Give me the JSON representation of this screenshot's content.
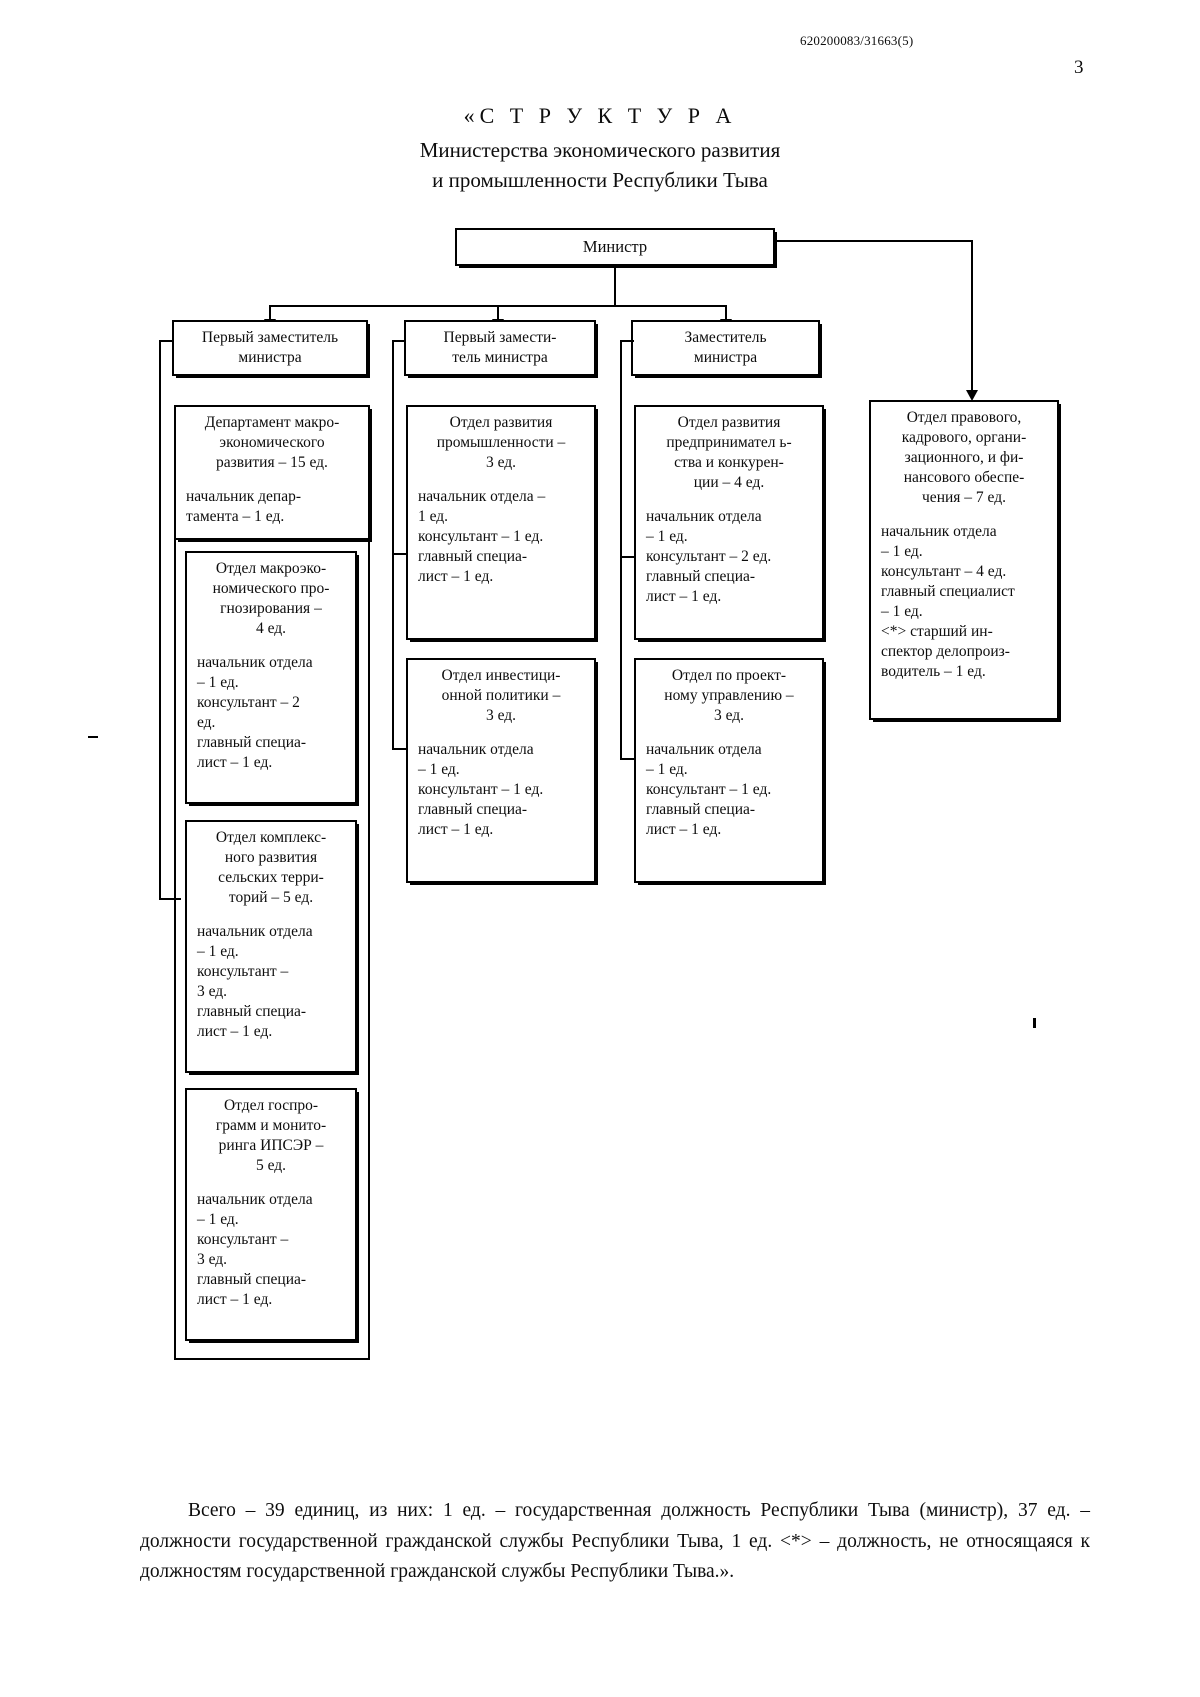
{
  "document": {
    "code": "620200083/31663(5)",
    "page_number": "3",
    "title_line_1": "«С Т Р У К Т У Р А",
    "title_line_2": "Министерства экономического развития",
    "title_line_3": "и промышленности Республики Тыва"
  },
  "chart_data": {
    "type": "diagram",
    "title": "«СТРУКТУРА Министерства экономического развития и промышленности Республики Тыва",
    "root": {
      "label": "Министр"
    },
    "deputies": [
      {
        "label": "Первый заместитель\nминистра"
      },
      {
        "label": "Первый замести-\nтель министра"
      },
      {
        "label": "Заместитель\nминистра"
      }
    ],
    "columns": [
      {
        "parent": "Первый заместитель министра",
        "units": [
          {
            "header": "Департамент макро-\nэкономического\nразвития – 15 ед.",
            "body": "начальник  депар-\nтамента – 1 ед."
          },
          {
            "header": "Отдел макроэко-\nномического про-\nгнозирования –\n4 ед.",
            "body": "начальник отдела\n– 1 ед.\nконсультант – 2\nед.\nглавный специа-\nлист  – 1 ед."
          },
          {
            "header": "Отдел комплекс-\nного развития\nсельских терри-\nторий – 5 ед.",
            "body": "начальник отдела\n– 1 ед.\nконсультант –\n3 ед.\nглавный специа-\nлист  – 1 ед."
          },
          {
            "header": "Отдел госпро-\nграмм и монито-\nринга ИПСЭР –\n5 ед.",
            "body": "начальник отдела\n– 1 ед.\nконсультант –\n3 ед.\nглавный специа-\nлист  – 1 ед."
          }
        ]
      },
      {
        "parent": "Первый заместитель министра",
        "units": [
          {
            "header": "Отдел развития\nпромышленности –\n3 ед.",
            "body": "начальник отдела –\n1 ед.\nконсультант – 1 ед.\nглавный специа-\nлист  – 1 ед."
          },
          {
            "header": "Отдел инвестици-\nонной политики –\n3 ед.",
            "body": "начальник отдела\n– 1 ед.\nконсультант – 1 ед.\nглавный специа-\nлист  – 1 ед."
          }
        ]
      },
      {
        "parent": "Заместитель министра",
        "units": [
          {
            "header": "Отдел развития\nпредпринимател ь-\nства  и конкурен-\nции – 4 ед.",
            "body": "начальник отдела\n– 1 ед.\nконсультант – 2 ед.\nглавный специа-\nлист  – 1 ед."
          },
          {
            "header": "Отдел по проект-\nному управлению –\n3 ед.",
            "body": "начальник отдела\n– 1 ед.\nконсультант – 1 ед.\nглавный специа-\nлист  – 1 ед."
          }
        ]
      },
      {
        "parent": "Министр",
        "units": [
          {
            "header": "Отдел правового,\nкадрового, органи-\nзационного, и фи-\nнансового обеспе-\nчения – 7 ед.",
            "body": "начальник отдела\n– 1 ед.\nконсультант – 4 ед.\nглавный специалист\n– 1 ед.\n<*> старший ин-\nспектор делопроиз-\nводитель – 1 ед."
          }
        ]
      }
    ]
  },
  "footer": {
    "text": "Всего – 39 единиц, из них: 1 ед. – государственная должность Республики Тыва (министр), 37 ед. – должности государственной гражданской службы Республики Тыва, 1 ед. <*> – должность, не относящаяся к должностям государственной гражданской службы Республики Тыва.»."
  }
}
